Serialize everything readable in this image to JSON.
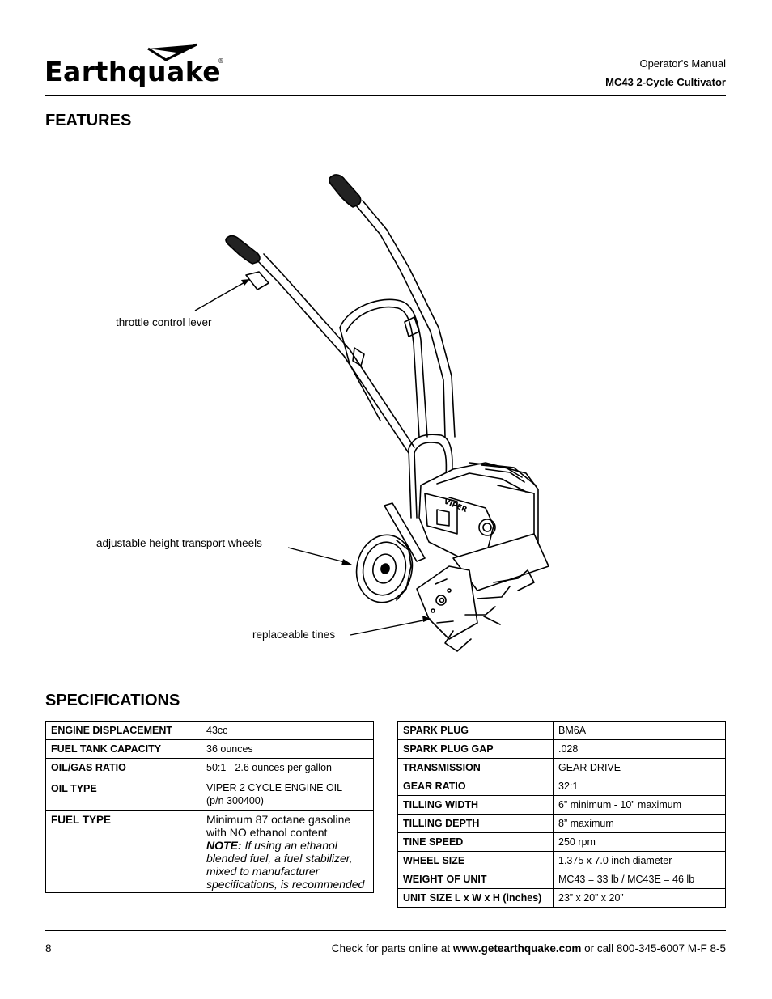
{
  "header": {
    "brand": "Earthquake",
    "registered_mark": "®",
    "doc_type": "Operator's Manual",
    "model": "MC43 2-Cycle Cultivator"
  },
  "features": {
    "title": "FEATURES",
    "callouts": {
      "throttle": "throttle control lever",
      "wheels": "adjustable height transport wheels",
      "tines": "replaceable tines"
    },
    "engine_brand": "VIPER"
  },
  "specifications": {
    "title": "SPECIFICATIONS",
    "left_table": [
      {
        "label": "ENGINE DISPLACEMENT",
        "value": "43cc"
      },
      {
        "label": "FUEL TANK CAPACITY",
        "value": "36 ounces"
      },
      {
        "label": "OIL/GAS RATIO",
        "value": "50:1 - 2.6 ounces per gallon"
      },
      {
        "label": "OIL TYPE",
        "value_line1": "VIPER 2 CYCLE ENGINE OIL",
        "value_line2": "(p/n 300400)"
      }
    ],
    "fuel_type": {
      "label": "FUEL TYPE",
      "value": "Minimum 87 octane gasoline with NO ethanol content",
      "note_label": "NOTE:",
      "note_text": "If using an ethanol blended fuel, a fuel stabilizer, mixed to manufacturer specifications, is recommended"
    },
    "right_table": [
      {
        "label": "SPARK PLUG",
        "value": "BM6A"
      },
      {
        "label": "SPARK PLUG GAP",
        "value": ".028"
      },
      {
        "label": "TRANSMISSION",
        "value": "GEAR DRIVE"
      },
      {
        "label": "GEAR RATIO",
        "value": "32:1"
      },
      {
        "label": "TILLING WIDTH",
        "value": "6” minimum - 10” maximum"
      },
      {
        "label": "TILLING DEPTH",
        "value": "8” maximum"
      },
      {
        "label": "TINE SPEED",
        "value": "250 rpm"
      },
      {
        "label": "WHEEL SIZE",
        "value": "1.375 x 7.0 inch diameter"
      },
      {
        "label": "WEIGHT OF UNIT",
        "value": "MC43 = 33 lb / MC43E = 46 lb"
      },
      {
        "label": "UNIT SIZE L x W x H (inches)",
        "value": "23” x 20” x 20”"
      }
    ]
  },
  "footer": {
    "page_number": "8",
    "text_before": "Check for parts online at ",
    "website": "www.getearthquake.com",
    "text_after": " or call 800-345-6007 M-F 8-5"
  }
}
